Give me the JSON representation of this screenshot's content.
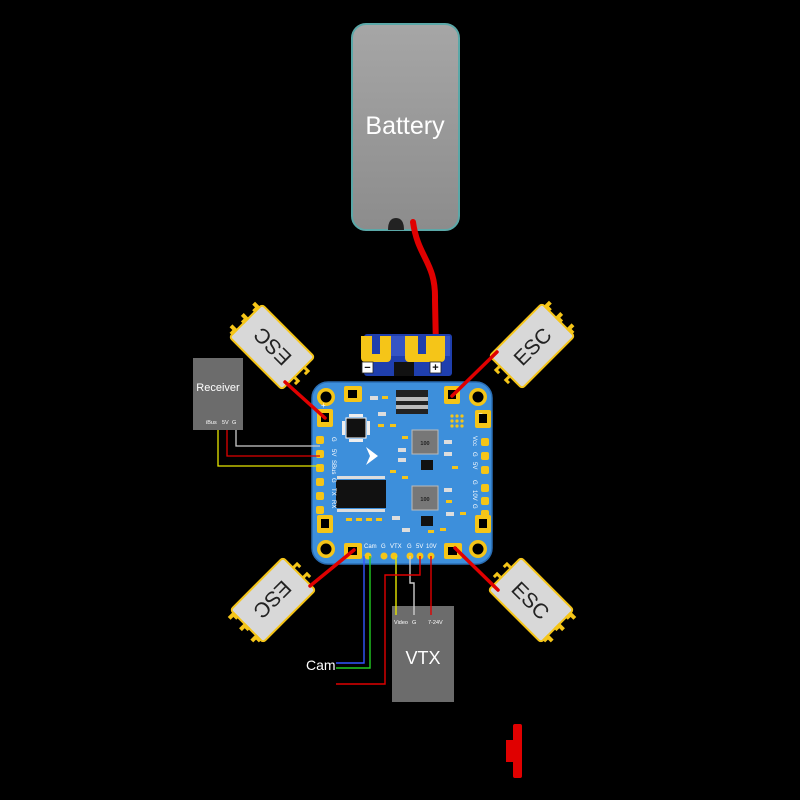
{
  "battery": {
    "label": "Battery"
  },
  "receiver": {
    "label": "Receiver",
    "pins": [
      "iBus",
      "5V",
      "G"
    ]
  },
  "escs": [
    {
      "id": "top-left",
      "label": "ESC"
    },
    {
      "id": "top-right",
      "label": "ESC"
    },
    {
      "id": "bottom-left",
      "label": "ESC"
    },
    {
      "id": "bottom-right",
      "label": "ESC"
    }
  ],
  "xt60": {
    "minus": "−",
    "plus": "+"
  },
  "fc": {
    "pad_plus": "+",
    "pad_minus": "−",
    "chip_top": "100",
    "chip_bottom": "100",
    "left_pins": [
      "G",
      "5V",
      "SBus",
      "G",
      "TX",
      "RX"
    ],
    "right_pins_top": [
      "Vcc",
      "G",
      "5V"
    ],
    "right_pins_bottom": [
      "G",
      "10V",
      "G"
    ],
    "bottom_pins": [
      "Cam",
      "G",
      "VTX",
      "G",
      "5V",
      "10V"
    ]
  },
  "vtx": {
    "label": "VTX",
    "pins": [
      "Video",
      "G",
      "7-24V"
    ]
  },
  "cam": {
    "label": "Cam"
  },
  "colors": {
    "background": "#000000",
    "battery_fill": "#9a9a9a",
    "battery_border": "#5ba8a8",
    "board": "#3d8fdb",
    "gold": "#f5c518",
    "esc_body": "#d8d8d8",
    "wire_red": "#e00000",
    "wire_yellow": "#e6e600",
    "wire_green": "#22cc22",
    "wire_blue": "#3355ff",
    "wire_white": "#d9d9d9",
    "vtx_fill": "#6c6c6c",
    "receiver_fill": "#6c6c6c"
  }
}
